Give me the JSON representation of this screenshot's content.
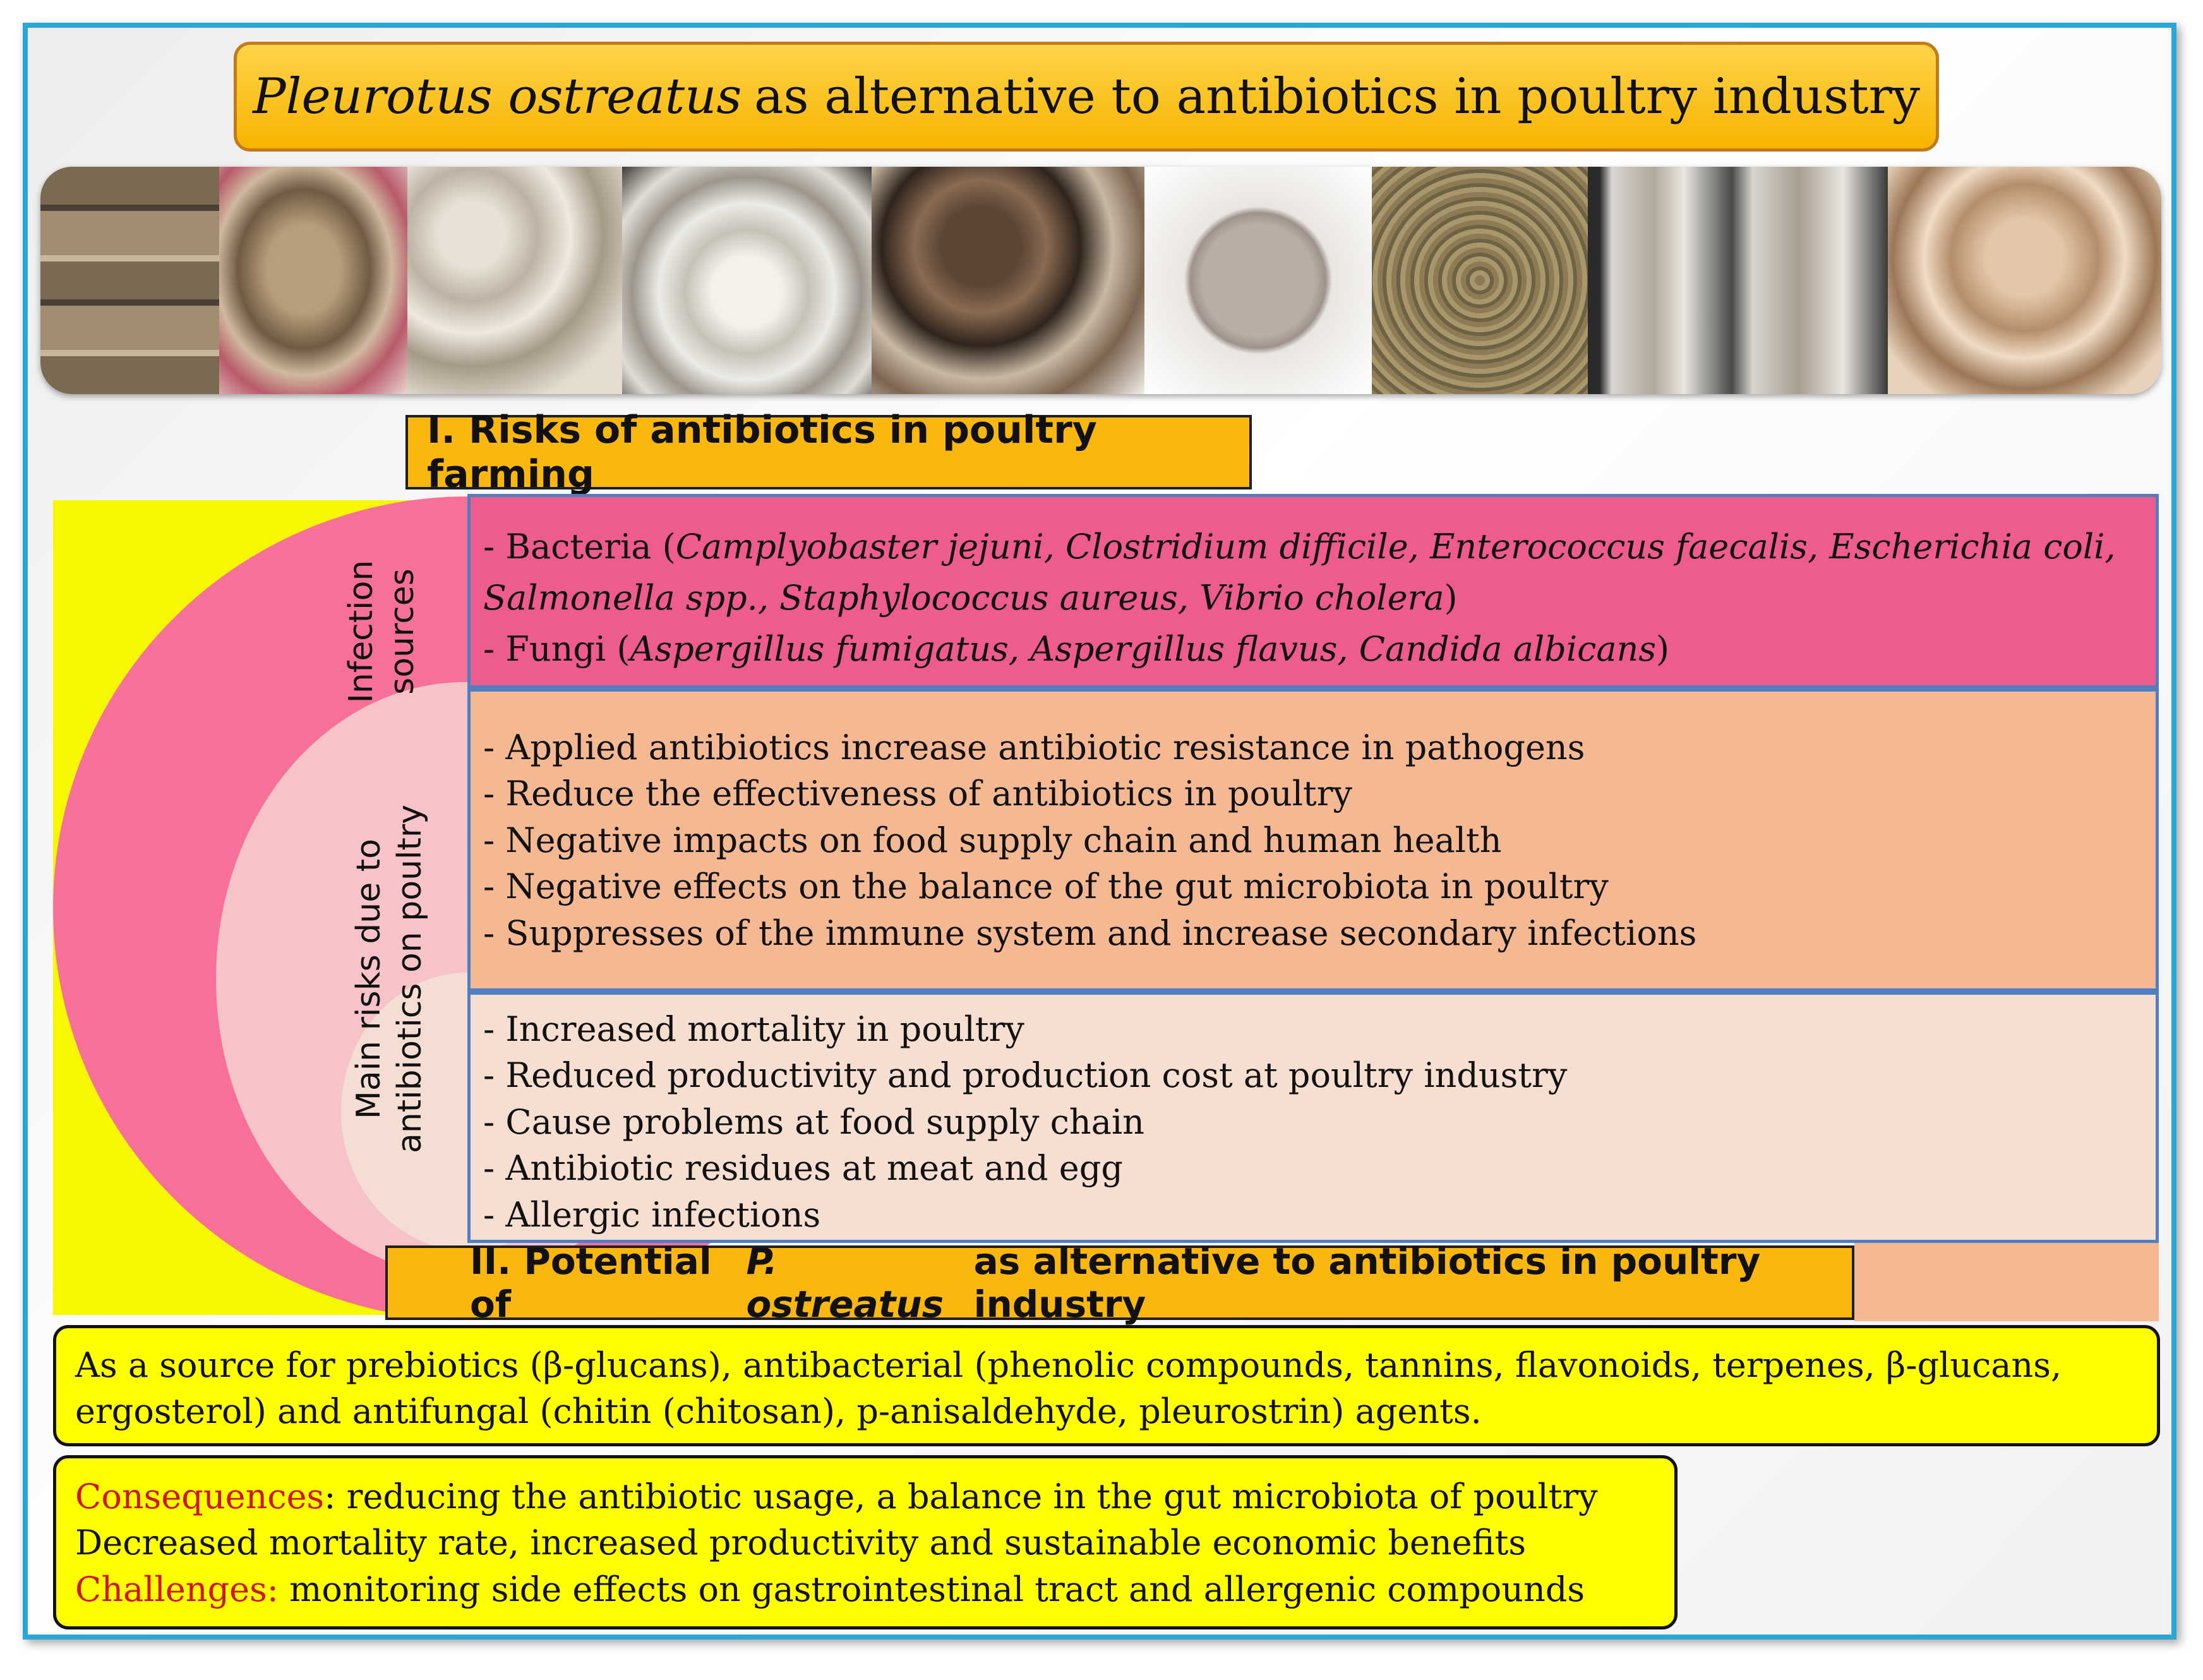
{
  "title": {
    "species": "Pleurotus ostreatus",
    "rest": "as alternative to antibiotics in poultry industry"
  },
  "photos": [
    {
      "name": "mushroom-growing-rack-photo"
    },
    {
      "name": "mushroom-on-substrate-photo"
    },
    {
      "name": "fresh-mushroom-cluster-photo"
    },
    {
      "name": "white-mushroom-cluster-photo"
    },
    {
      "name": "brown-mushroom-cluster-photo"
    },
    {
      "name": "mushroom-powder-dish-photo"
    },
    {
      "name": "dried-mushroom-pieces-photo"
    },
    {
      "name": "mushroom-jars-photo"
    },
    {
      "name": "dried-mushroom-slices-photo"
    }
  ],
  "section1": {
    "heading": "I. Risks of antibiotics in poultry farming"
  },
  "labels": {
    "infection": [
      "Infection",
      "sources"
    ],
    "main_risks": [
      "Main risks due to",
      "antibiotics on poultry"
    ]
  },
  "infection_sources": {
    "bacteria_prefix": "- Bacteria (",
    "bacteria_species": "Camplyobaster jejuni, Clostridium difficile, Enterococcus faecalis, Escherichia coli,",
    "bacteria_species2": "Salmonella spp., Staphylococcus aureus, Vibrio cholera",
    "bacteria_close": ")",
    "fungi_prefix": "- Fungi (",
    "fungi_species": "Aspergillus fumigatus, Aspergillus flavus, Candida albicans",
    "fungi_close": ")"
  },
  "risks_pathogen": [
    "- Applied antibiotics increase antibiotic resistance in pathogens",
    "- Reduce the effectiveness of antibiotics in poultry",
    "- Negative impacts on food supply chain and human health",
    "- Negative effects on the balance of the gut microbiota in poultry",
    "- Suppresses of the immune system and increase secondary infections"
  ],
  "risks_production": [
    "- Increased mortality in poultry",
    "- Reduced productivity and production cost at poultry industry",
    "- Cause problems at food supply chain",
    "- Antibiotic residues at meat and egg",
    "- Allergic infections"
  ],
  "section2": {
    "prefix": "II. Potential of",
    "species": "P. ostreatus",
    "suffix": "as alternative to antibiotics in poultry industry"
  },
  "sources_text": [
    "As a source for prebiotics (β-glucans), antibacterial (phenolic compounds, tannins, flavonoids, terpenes, β-glucans,",
    "ergosterol) and antifungal (chitin (chitosan), p-anisaldehyde, pleurostrin)  agents."
  ],
  "outcomes": {
    "consequences_label": "Consequences",
    "consequences_text": ": reducing the antibiotic usage, a balance in the gut microbiota of poultry",
    "line2": "Decreased mortality rate, increased productivity and sustainable economic benefits",
    "challenges_label": "Challenges:",
    "challenges_text": " monitoring side effects on gastrointestinal tract and allergenic compounds"
  },
  "colors": {
    "frame_border": "#2aa7d8",
    "title_fill": "#f7b500",
    "section_fill": "#f9b70f",
    "infection_panel": "#ee5b8d",
    "pathogen_panel": "#f4b893",
    "production_panel": "#f6dfd1",
    "highlight_yellow": "#ffff00",
    "label_red": "#d01515"
  }
}
